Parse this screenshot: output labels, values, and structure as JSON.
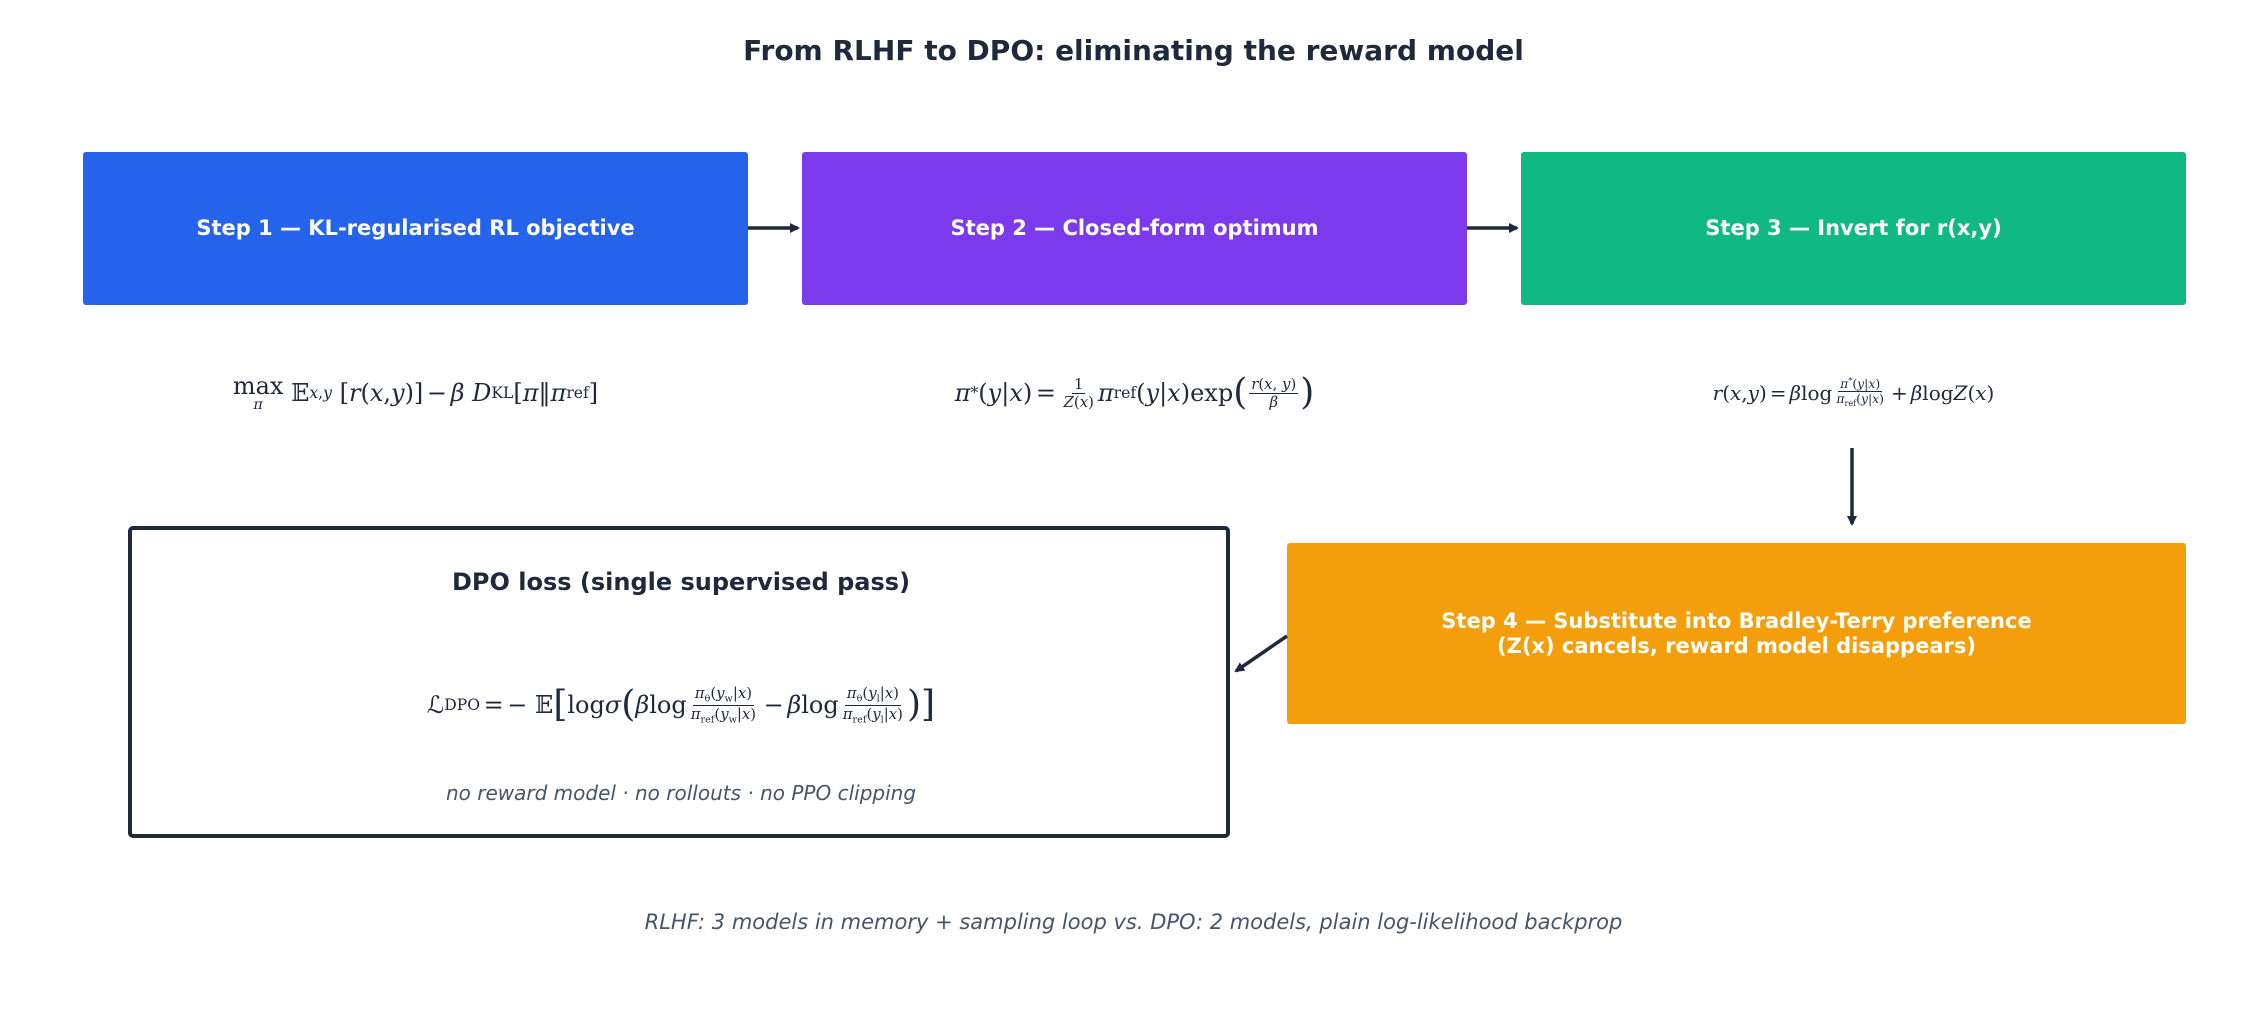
{
  "title": "From RLHF to DPO: eliminating the reward model",
  "steps": [
    {
      "label": "Step 1 — KL-regularised RL objective",
      "color": "#2563eb"
    },
    {
      "label": "Step 2 — Closed-form optimum",
      "color": "#7c3aed"
    },
    {
      "label": "Step 3 — Invert for r(x,y)",
      "color": "#10b981"
    },
    {
      "label": "Step 4 — Substitute into Bradley-Terry preference\n(Z(x) cancels, reward model disappears)",
      "color": "#f59e0b"
    }
  ],
  "formulas": {
    "step1": "max_π 𝔼_{x,y} [r(x, y)] − β D_KL[π‖π_ref]",
    "step2": "π*(y|x) = 1/Z(x) π_ref(y|x) exp(r(x, y)/β)",
    "step3": "r(x, y) = β log π*(y|x)/π_ref(y|x) + β log Z(x)",
    "dpo": "ℒ_DPO = − 𝔼[log σ(β log π_θ(y_w|x)/π_ref(y_w|x) − β log π_θ(y_l|x)/π_ref(y_l|x))]"
  },
  "dpo_box": {
    "title": "DPO loss (single supervised pass)",
    "note": "no reward model · no rollouts · no PPO clipping"
  },
  "footnote": "RLHF: 3 models in memory + sampling loop  vs.  DPO: 2 models, plain log-likelihood backprop",
  "colors": {
    "ink": "#1e293b",
    "muted": "#475569"
  }
}
